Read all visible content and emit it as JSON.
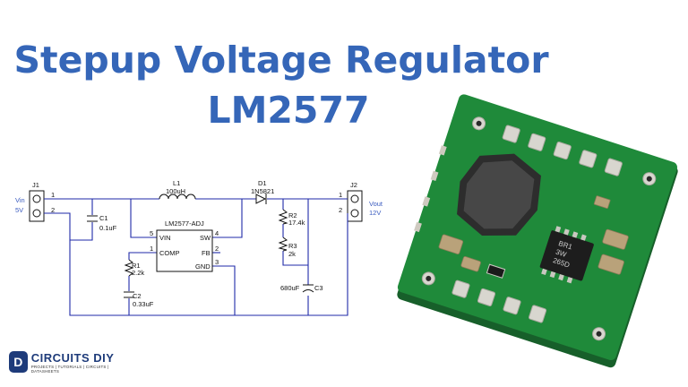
{
  "title": {
    "line1": "Stepup Voltage Regulator",
    "line2": "LM2577"
  },
  "schematic": {
    "j1": {
      "ref": "J1",
      "pin1": "1",
      "pin2": "2",
      "label": "Vin",
      "value": "5V"
    },
    "j2": {
      "ref": "J2",
      "pin1": "1",
      "pin2": "2",
      "label": "Vout",
      "value": "12V"
    },
    "c1": {
      "ref": "C1",
      "value": "0.1uF"
    },
    "l1": {
      "ref": "L1",
      "value": "100uH"
    },
    "d1": {
      "ref": "D1",
      "value": "1N5821"
    },
    "u1": {
      "name": "LM2577-ADJ",
      "pins": {
        "vin": {
          "label": "VIN",
          "num": "5"
        },
        "comp": {
          "label": "COMP",
          "num": "1"
        },
        "sw": {
          "label": "SW",
          "num": "4"
        },
        "fb": {
          "label": "FB",
          "num": "2"
        },
        "gnd": {
          "label": "GND",
          "num": "3"
        }
      }
    },
    "r1": {
      "ref": "R1",
      "value": "2.2k"
    },
    "c2": {
      "ref": "C2",
      "value": "0.33uF"
    },
    "r2": {
      "ref": "R2",
      "value": "17.4k"
    },
    "r3": {
      "ref": "R3",
      "value": "2k"
    },
    "c3": {
      "ref": "C3",
      "value": "680uF"
    }
  },
  "board": {
    "ic_marking_line1": "BR1",
    "ic_marking_line2": "3W",
    "ic_marking_line3": "265D"
  },
  "logo": {
    "badge": "D",
    "name": "CIRCUITS DIY",
    "tagline": "PROJECTS | TUTORIALS | CIRCUITS | DATASHEETS"
  },
  "colors": {
    "title": "#3566b8",
    "wire": "#1f2aa8",
    "pcb": "#1f8a3a",
    "inductor": "#3a3a3a"
  }
}
